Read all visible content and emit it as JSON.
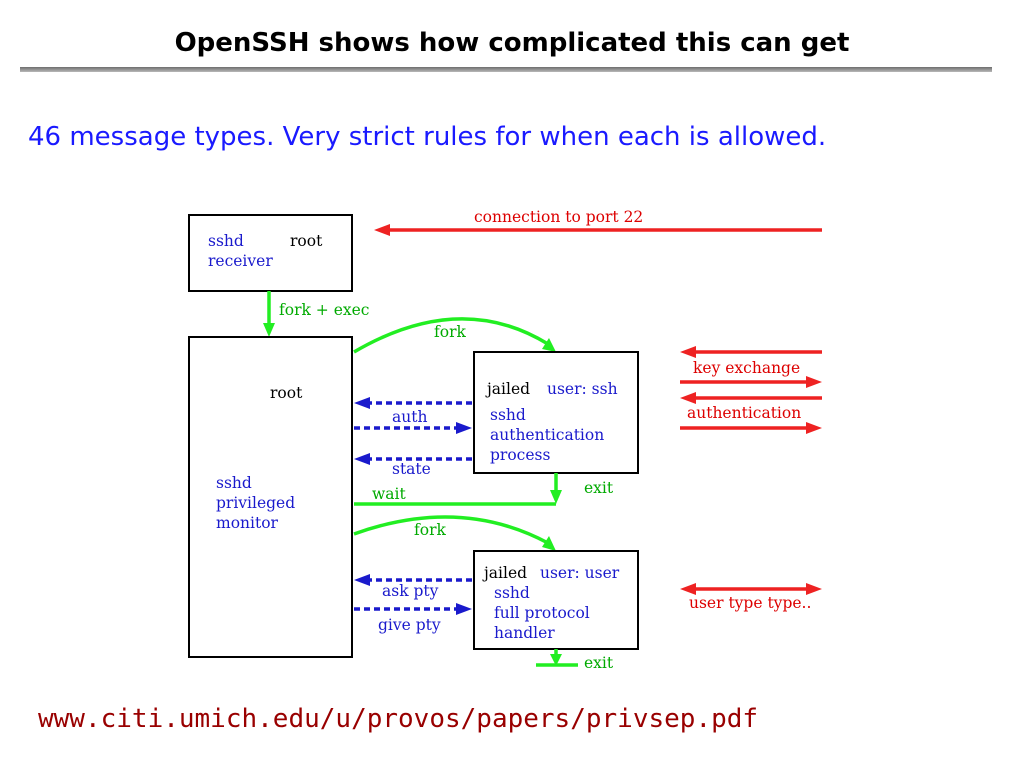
{
  "slide": {
    "title": "OpenSSH shows how complicated this can get",
    "subtitle": "46 message types.  Very strict rules for when each is allowed.",
    "footer_url": "www.citi.umich.edu/u/provos/papers/privsep.pdf"
  },
  "diagram": {
    "receiver_box": {
      "name": "sshd",
      "user": "root",
      "role": "receiver"
    },
    "monitor_box": {
      "user": "root",
      "line1": "sshd",
      "line2": "privileged",
      "line3": "monitor"
    },
    "auth_box": {
      "jailed": "jailed",
      "user": "user: ssh",
      "line1": "sshd",
      "line2": "authentication",
      "line3": "process"
    },
    "handler_box": {
      "jailed": "jailed",
      "user": "user: user",
      "line1": "sshd",
      "line2": "full protocol",
      "line3": "handler"
    },
    "labels": {
      "connection": "connection to port 22",
      "fork_exec": "fork + exec",
      "fork1": "fork",
      "auth": "auth",
      "state": "state",
      "wait": "wait",
      "exit1": "exit",
      "fork2": "fork",
      "ask_pty": "ask pty",
      "give_pty": "give pty",
      "exit2": "exit",
      "key_exchange": "key exchange",
      "authentication": "authentication",
      "user_type": "user type type.."
    },
    "colors": {
      "process_flow": "#22ee22",
      "ipc_messages": "#1a1acc",
      "network": "#ee2222"
    }
  }
}
